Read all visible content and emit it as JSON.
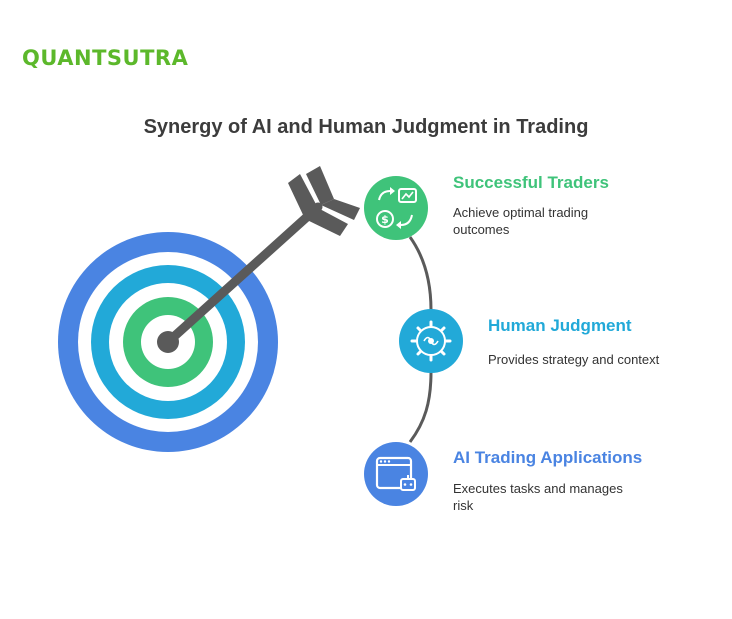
{
  "logo": {
    "text": "QUANTSUTRA",
    "color": "#5cb82b"
  },
  "title": "Synergy of AI and Human Judgment in Trading",
  "steps": [
    {
      "title": "Successful Traders",
      "description": "Achieve optimal trading outcomes",
      "color": "#3fc37a",
      "icon": "trading-exchange-icon"
    },
    {
      "title": "Human Judgment",
      "description": "Provides strategy and context",
      "color": "#22a9d8",
      "icon": "brain-gear-icon"
    },
    {
      "title": "AI Trading Applications",
      "description": "Executes tasks and manages risk",
      "color": "#4a84e2",
      "icon": "robot-window-icon"
    }
  ],
  "target": {
    "outer_color": "#4a84e2",
    "middle_color": "#22a9d8",
    "inner_color": "#3fc37a",
    "arrow_color": "#5a5a5a"
  }
}
